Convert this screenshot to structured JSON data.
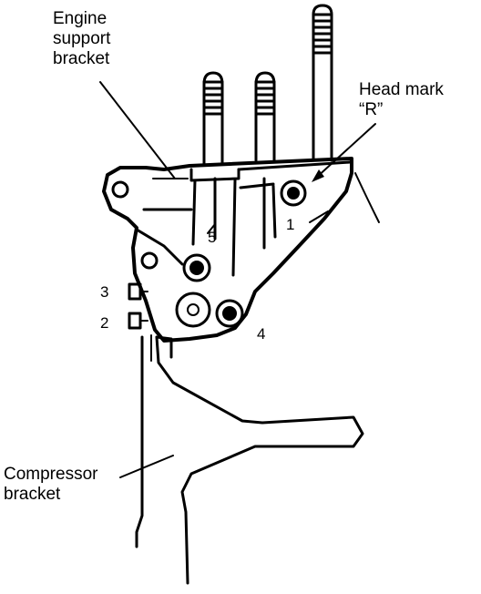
{
  "labels": {
    "engine_support_bracket": [
      "Engine",
      "support",
      "bracket"
    ],
    "head_mark": [
      "Head mark",
      "“R”"
    ],
    "compressor_bracket": [
      "Compressor",
      "bracket"
    ]
  },
  "bolt_numbers": [
    "1",
    "2",
    "3",
    "4",
    "5"
  ]
}
